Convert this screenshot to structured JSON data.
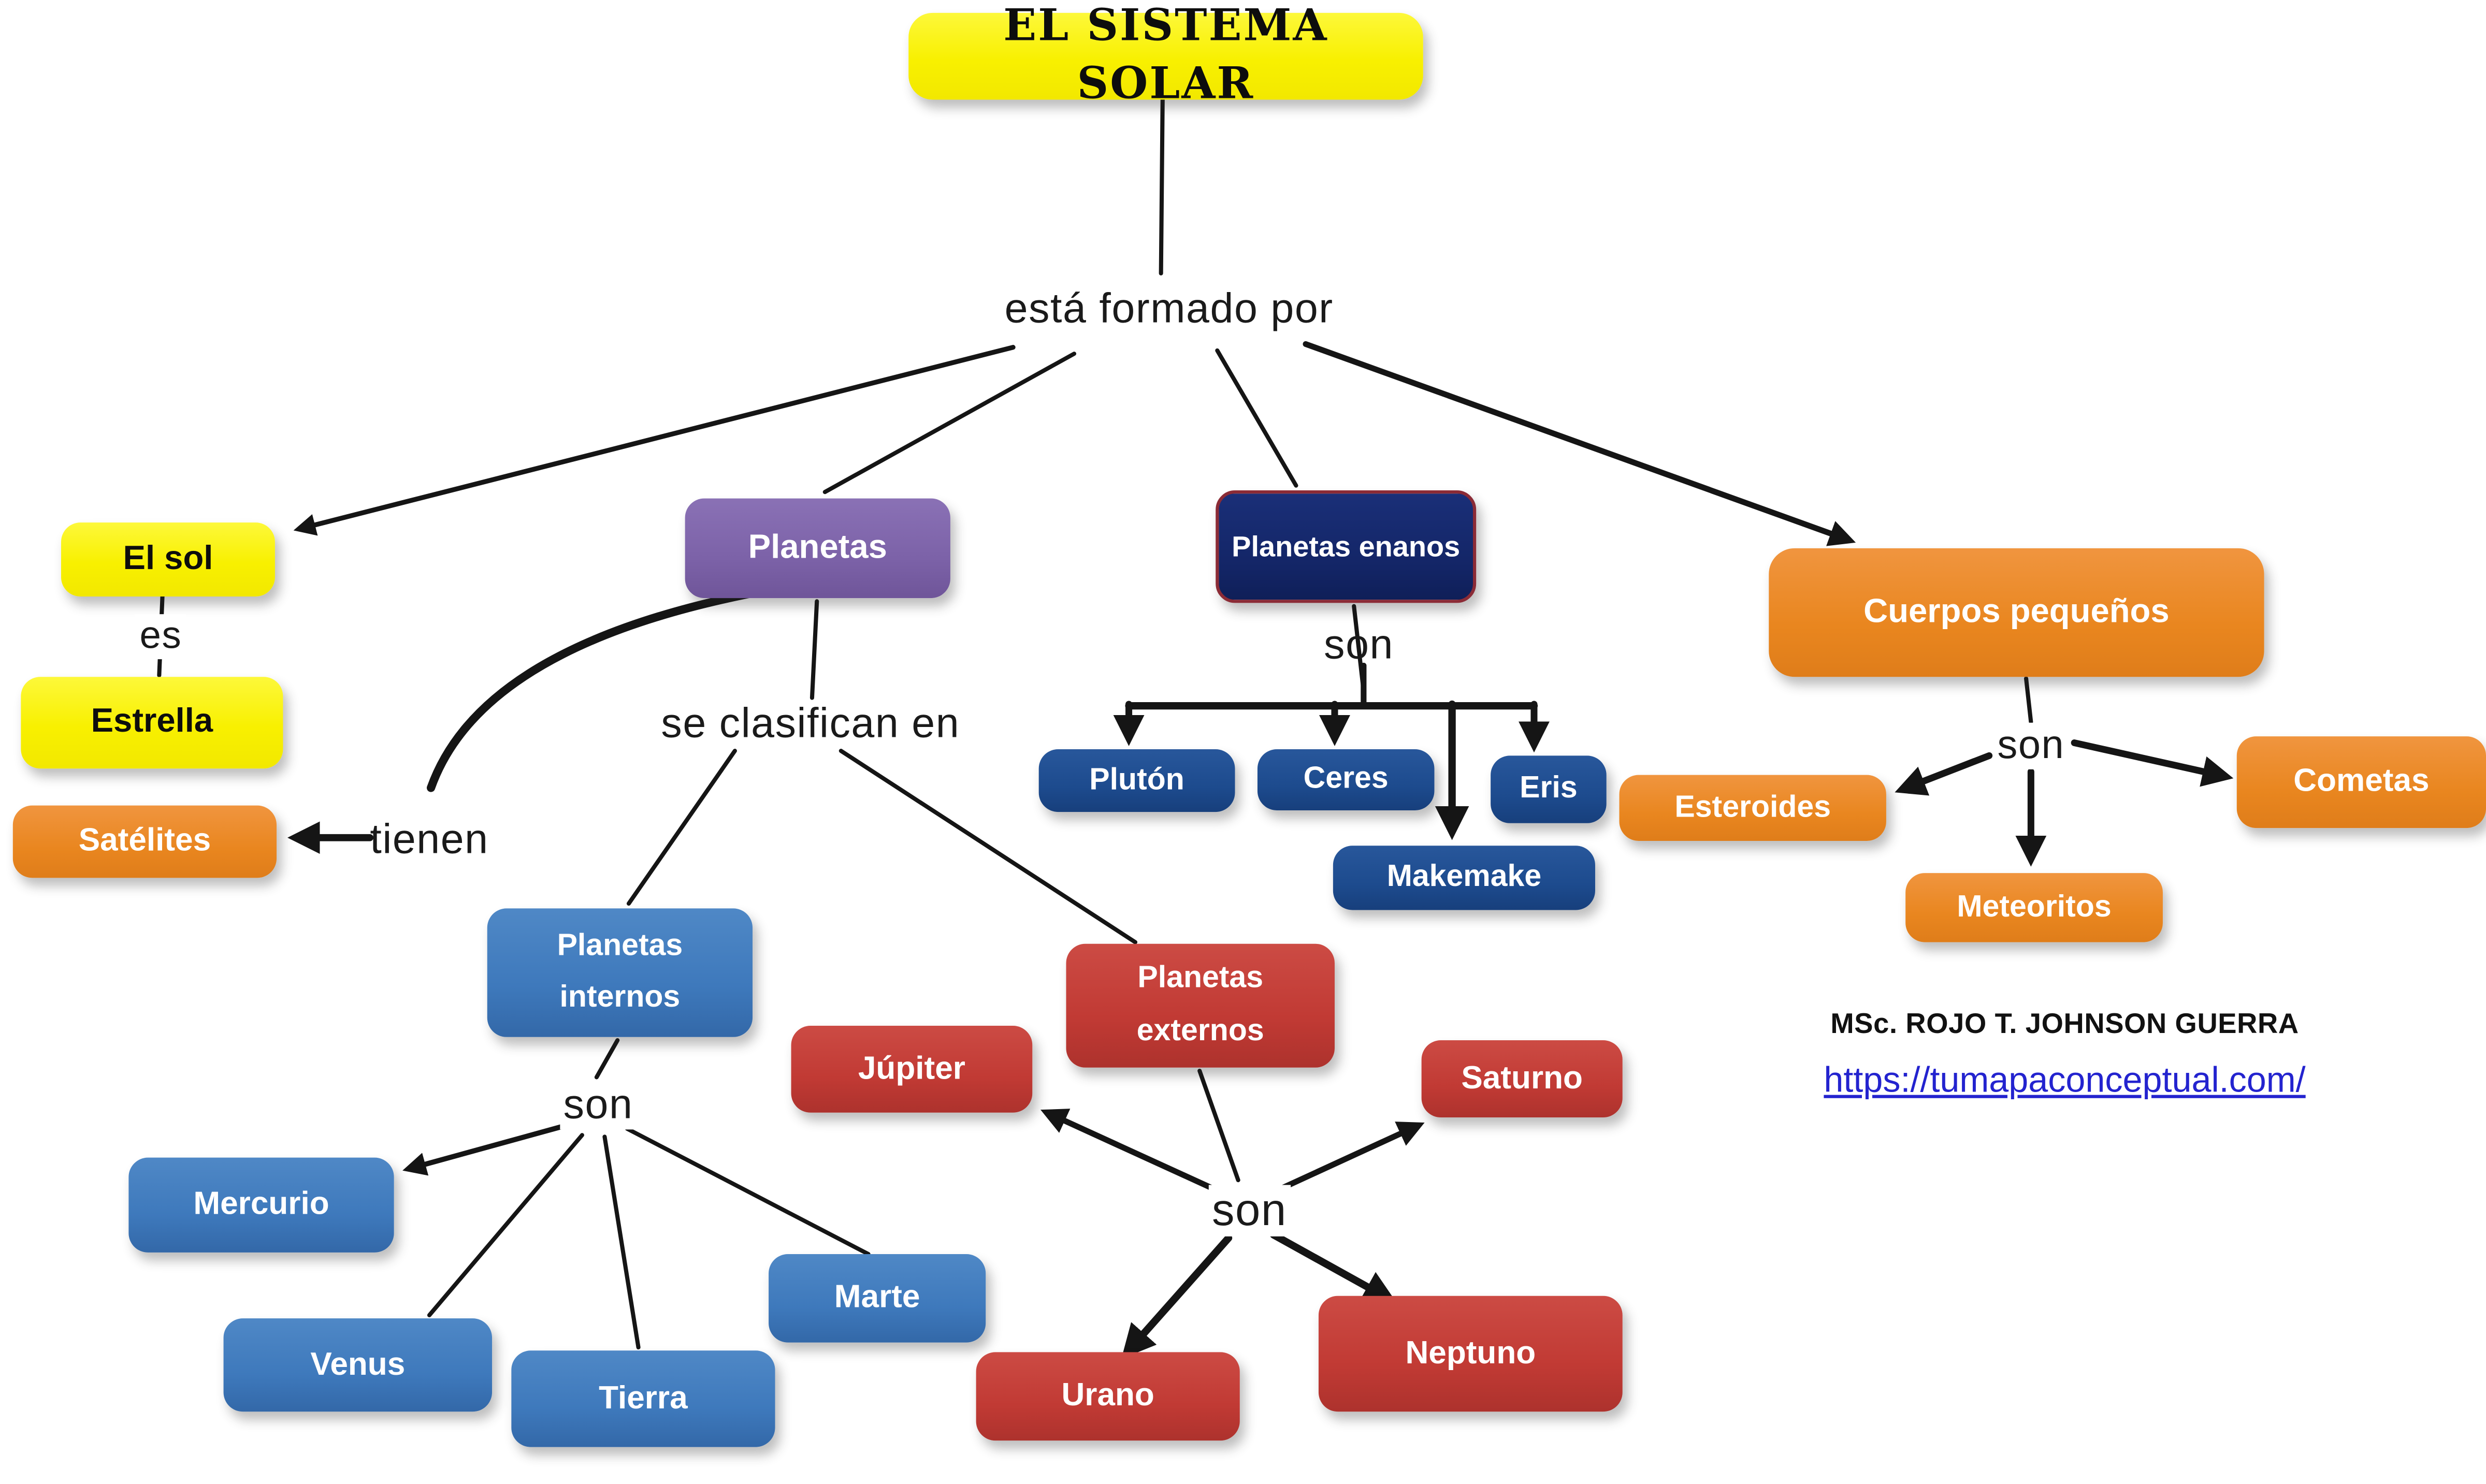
{
  "title": "EL SISTEMA SOLAR",
  "edges": {
    "formado": "está formado por",
    "es": "es",
    "tienen": "tienen",
    "clasifican": "se clasifican en",
    "son_enanos": "son",
    "son_cuerpos": "son",
    "son_internos": "son",
    "son_externos": "son"
  },
  "nodes": {
    "el_sol": "El sol",
    "estrella": "Estrella",
    "satelites": "Satélites",
    "planetas": "Planetas",
    "planetas_enanos": "Planetas enanos",
    "pluton": "Plutón",
    "ceres": "Ceres",
    "eris": "Eris",
    "makemake": "Makemake",
    "cuerpos_pequenos": "Cuerpos pequeños",
    "esteroides": "Esteroides",
    "cometas": "Cometas",
    "meteoritos": "Meteoritos",
    "planetas_internos": "Planetas internos",
    "mercurio": "Mercurio",
    "venus": "Venus",
    "tierra": "Tierra",
    "marte": "Marte",
    "planetas_externos": "Planetas externos",
    "jupiter": "Júpiter",
    "saturno": "Saturno",
    "urano": "Urano",
    "neptuno": "Neptuno"
  },
  "credit": {
    "author": "MSc. ROJO T. JOHNSON GUERRA",
    "url": "https://tumapaconceptual.com/"
  },
  "colors": {
    "yellow": "#F8F000",
    "orange": "#E9861F",
    "purple": "#7C62A8",
    "navy_parent": "#132566",
    "navy_child": "#1D4B8E",
    "navy_border": "#8B2B36",
    "blue": "#3E79BC",
    "red": "#C13A34",
    "line": "#151515",
    "link_blue": "#2323CF"
  }
}
